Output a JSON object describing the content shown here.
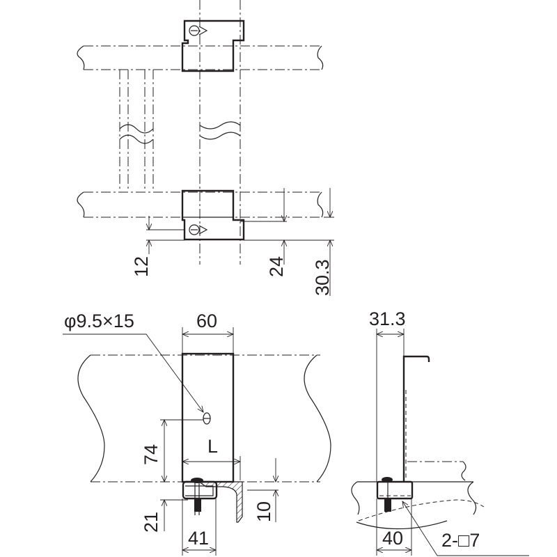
{
  "drawing": {
    "top_view": {
      "dim_12": "12",
      "dim_24": "24",
      "dim_30_3": "30.3"
    },
    "front_view": {
      "hole_callout": "φ9.5×15",
      "dim_60": "60",
      "dim_74": "74",
      "dim_L": "L",
      "dim_21": "21",
      "dim_41": "41",
      "dim_10": "10"
    },
    "side_view": {
      "dim_31_3": "31.3",
      "dim_40": "40",
      "square_hole_callout": "2-□7"
    }
  },
  "colors": {
    "line": "#231f20",
    "background": "#ffffff"
  }
}
